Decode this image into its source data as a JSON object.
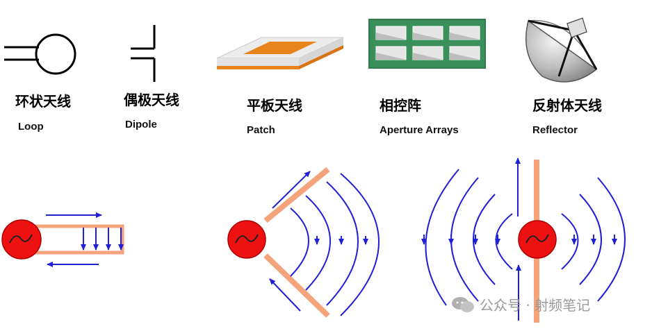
{
  "antennas": [
    {
      "zh": "环状天线",
      "en": "Loop"
    },
    {
      "zh": "偶极天线",
      "en": "Dipole"
    },
    {
      "zh": "平板天线",
      "en": "Patch"
    },
    {
      "zh": "相控阵",
      "en": "Aperture Arrays"
    },
    {
      "zh": "反射体天线",
      "en": "Reflector"
    }
  ],
  "watermark": {
    "text": "公众号 · 射频笔记"
  },
  "colors": {
    "source": "#ee1111",
    "element": "#f4a37a",
    "field": "#1f1fd6",
    "patch": "#e8841c",
    "array_board": "#3a8f5a"
  }
}
